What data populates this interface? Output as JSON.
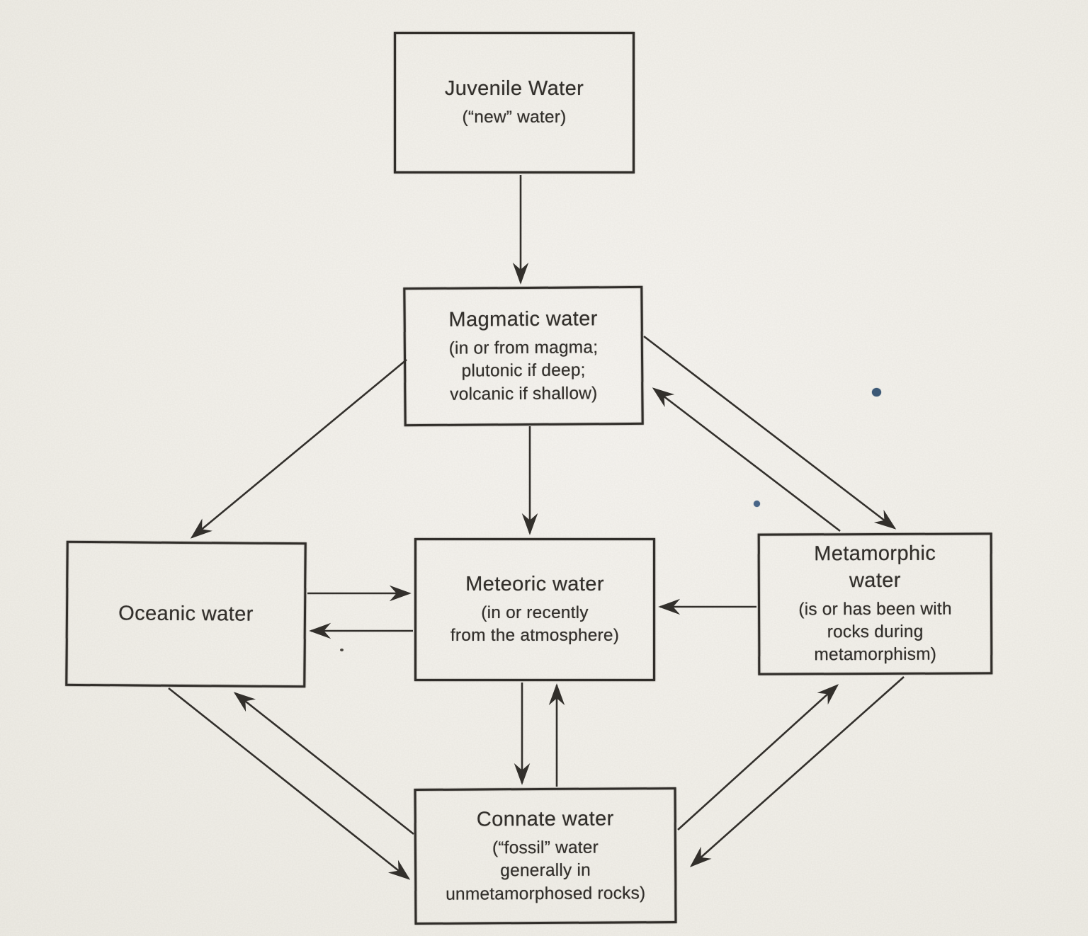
{
  "page": {
    "background_color": "#f2f0ea",
    "ink_color": "#33302c",
    "speck_color": "#3d5a78"
  },
  "diagram": {
    "nodes": [
      {
        "id": "juvenile",
        "title": "Juvenile Water",
        "subtitle": "(“new” water)"
      },
      {
        "id": "magmatic",
        "title": "Magmatic water",
        "subtitle": "(in or from magma;\nplutonic if deep;\nvolcanic if shallow)"
      },
      {
        "id": "oceanic",
        "title": "Oceanic water",
        "subtitle": ""
      },
      {
        "id": "meteoric",
        "title": "Meteoric water",
        "subtitle": "(in or recently\nfrom the atmosphere)"
      },
      {
        "id": "metamorphic",
        "title": "Metamorphic\nwater",
        "subtitle": "(is or has been with\nrocks during\nmetamorphism)"
      },
      {
        "id": "connate",
        "title": "Connate water",
        "subtitle": "(“fossil” water\ngenerally in\nunmetamorphosed rocks)"
      }
    ],
    "edges": [
      {
        "from": "juvenile",
        "to": "magmatic"
      },
      {
        "from": "magmatic",
        "to": "meteoric"
      },
      {
        "from": "magmatic",
        "to": "oceanic"
      },
      {
        "from": "magmatic",
        "to": "metamorphic"
      },
      {
        "from": "metamorphic",
        "to": "magmatic"
      },
      {
        "from": "oceanic",
        "to": "meteoric"
      },
      {
        "from": "meteoric",
        "to": "oceanic"
      },
      {
        "from": "metamorphic",
        "to": "meteoric"
      },
      {
        "from": "meteoric",
        "to": "connate"
      },
      {
        "from": "connate",
        "to": "meteoric"
      },
      {
        "from": "oceanic",
        "to": "connate"
      },
      {
        "from": "connate",
        "to": "oceanic"
      },
      {
        "from": "connate",
        "to": "metamorphic"
      },
      {
        "from": "metamorphic",
        "to": "connate"
      }
    ]
  }
}
